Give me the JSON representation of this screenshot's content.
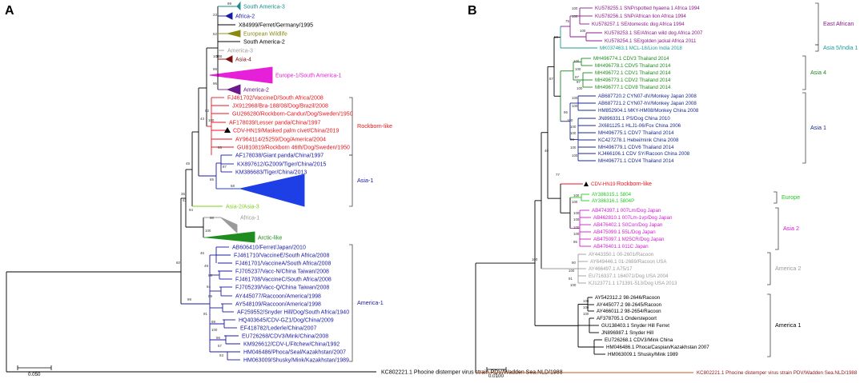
{
  "colors": {
    "black": "#000000",
    "red": "#e8151b",
    "blue": "#1a1aa6",
    "blueBright": "#1f3fe6",
    "teal": "#1c8c8c",
    "olive": "#8a8a10",
    "darkred": "#7a1010",
    "magenta": "#e61fd8",
    "purple": "#6a1a8c",
    "gray": "#9a9a9a",
    "green": "#1f8c1f",
    "lime": "#7ad11a",
    "limeB": "#22cc22",
    "pink": "#d11ad1",
    "purpleB": "#8c1a8c",
    "greenB": "#1c8c1c",
    "tealB": "#1c9a9a",
    "navyB": "#1a2a8c",
    "orange": "#cc5a1a"
  },
  "panelA": {
    "letter": "A",
    "scale_label": "0.050",
    "outgroup": "KC802221.1 Phocine distemper virus strain PDV/Wadden Sea.NLD/1988",
    "leaves": [
      {
        "id": "a1",
        "label": "South America-3",
        "boot": "99",
        "color": "teal",
        "clade": true
      },
      {
        "id": "a2",
        "label": "Africa-2",
        "boot": "",
        "color": "blue",
        "clade": true
      },
      {
        "id": "a3",
        "label": "X84999/Ferret/Germany/1995",
        "boot": "",
        "color": "black"
      },
      {
        "id": "a4",
        "label": "European Wildlife",
        "boot": "",
        "color": "olive",
        "clade": true
      },
      {
        "id": "a5",
        "label": "South America-2",
        "boot": "",
        "color": "black"
      },
      {
        "id": "a6",
        "label": "America-3",
        "boot": "",
        "color": "gray"
      },
      {
        "id": "a7",
        "label": "Asia-4",
        "boot": "100",
        "color": "darkred",
        "clade": true
      },
      {
        "id": "a8",
        "label": "Europe-1/South America-1",
        "boot": "",
        "color": "magenta",
        "clade": true
      },
      {
        "id": "a9",
        "label": "America-2",
        "boot": "",
        "color": "purple",
        "clade": true
      },
      {
        "id": "a10",
        "label": "FJ461702/VaccineD/South Africa/2008",
        "boot": "",
        "color": "red"
      },
      {
        "id": "a11",
        "label": "JX912968/Bra-188/08/Dog/Brazil/2008",
        "boot": "",
        "color": "red"
      },
      {
        "id": "a12",
        "label": "GU266280/Rockborn-Candur/Dog/Sweden/1950",
        "boot": "",
        "color": "red"
      },
      {
        "id": "a13",
        "label": "AF178039/Lesser panda/China/1997",
        "boot": "",
        "color": "red"
      },
      {
        "id": "a14",
        "label": "CDV-HN19/Masked palm civet/China/2019",
        "boot": "",
        "color": "red",
        "marker": true
      },
      {
        "id": "a15",
        "label": "AY964114/25259/Dog/America/2004",
        "boot": "",
        "color": "red"
      },
      {
        "id": "a16",
        "label": "GU810819/Rockborn 46th/Dog/Sweden/1950",
        "boot": "",
        "color": "red"
      },
      {
        "id": "a17",
        "label": "AF178038/Giant panda/China/1997",
        "boot": "",
        "color": "blue"
      },
      {
        "id": "a18",
        "label": "KX897612/GZ009/Tiger/China/2015",
        "boot": "",
        "color": "blue"
      },
      {
        "id": "a19",
        "label": "KM386683/Tiger/China/2013",
        "boot": "",
        "color": "blue"
      },
      {
        "id": "a20",
        "label": "",
        "boot": "58",
        "color": "blueBright",
        "clade": true
      },
      {
        "id": "a21",
        "label": "Asia-2/Asia-3",
        "boot": "",
        "color": "lime"
      },
      {
        "id": "a22",
        "label": "Africa-1",
        "boot": "",
        "color": "gray",
        "clade": true
      },
      {
        "id": "a23",
        "label": "Arctic-like",
        "boot": "",
        "color": "green",
        "clade": true
      },
      {
        "id": "a24",
        "label": "AB606410/Ferret/Japan/2010",
        "boot": "",
        "color": "blue"
      },
      {
        "id": "a25",
        "label": "FJ461710/VaccineE/South Africa/2008",
        "boot": "",
        "color": "blue"
      },
      {
        "id": "a26",
        "label": "FJ461701/VaccineA/South Africa/2008",
        "boot": "",
        "color": "blue"
      },
      {
        "id": "a27",
        "label": "FJ705237/Vacc-N/China Taiwan/2008",
        "boot": "",
        "color": "blue"
      },
      {
        "id": "a28",
        "label": "FJ461708/VaccineC/South Africa/2008",
        "boot": "",
        "color": "blue"
      },
      {
        "id": "a29",
        "label": "FJ705239/Vacc-Q/China Taiwan/2008",
        "boot": "",
        "color": "blue"
      },
      {
        "id": "a30",
        "label": "AY445077/Raccoon/America/1998",
        "boot": "",
        "color": "blue"
      },
      {
        "id": "a31",
        "label": "AY548109/Raccoon/America/1998",
        "boot": "",
        "color": "blue"
      },
      {
        "id": "a32",
        "label": "AF259552/Snyder Hill/Dog/South Africa/1940",
        "boot": "",
        "color": "blue"
      },
      {
        "id": "a33",
        "label": "HQ403645/CDV-GZ1/Dog/China/2009",
        "boot": "",
        "color": "blue"
      },
      {
        "id": "a34",
        "label": "EF418782/Lederle/China/2007",
        "boot": "",
        "color": "blue"
      },
      {
        "id": "a35",
        "label": "EU726268/CDV3/Mink/China/2008",
        "boot": "",
        "color": "blue"
      },
      {
        "id": "a36",
        "label": "KM926612/CDV-L/Fitchew/China/1992",
        "boot": "",
        "color": "blue"
      },
      {
        "id": "a37",
        "label": "HM046486/Phoca/Seal/Kazakhstan/2007",
        "boot": "",
        "color": "blue"
      },
      {
        "id": "a38",
        "label": "HM063009/Shusky/Mink/Kazakhstan/1989",
        "boot": "",
        "color": "blue"
      }
    ],
    "boot_values": [
      "23",
      "52",
      "43",
      "100",
      "99",
      "96",
      "92",
      "100",
      "66",
      "87",
      "65",
      "49",
      "36",
      "42",
      "98",
      "94",
      "100",
      "46",
      "49",
      "88",
      "64",
      "99",
      "91",
      "98",
      "100",
      "96",
      "57",
      "93",
      "99",
      "60"
    ],
    "groups": [
      {
        "id": "gA1",
        "label": "Rockborn-like",
        "color": "red"
      },
      {
        "id": "gA2",
        "label": "Asia-1",
        "color": "blue"
      },
      {
        "id": "gA3",
        "label": "America-1",
        "color": "blue"
      }
    ]
  },
  "panelB": {
    "letter": "B",
    "scale_label": "0.0100",
    "outgroup": "KC802221.1 Phocine distemper virus strain PDV/Wadden Sea.NLD/1988",
    "leaves": [
      {
        "id": "b1",
        "label": "KU578255.1 SNP/spotted hyaena 1 Africa 1994",
        "color": "purpleB"
      },
      {
        "id": "b2",
        "label": "KU578256.1 SNP/African lion Africa 1994",
        "color": "purpleB"
      },
      {
        "id": "b3",
        "label": "KU578257.1 SE/domestic dog Africa 1994",
        "color": "purpleB"
      },
      {
        "id": "b4",
        "label": "KU578253.1 SE/African wild dog Africa 2007",
        "color": "purpleB"
      },
      {
        "id": "b5",
        "label": "KU578254.1 SE/golden jackal Africa 2011",
        "color": "purpleB"
      },
      {
        "id": "b6",
        "label": "MK037463.1 MCL-18/Lion India 2018",
        "color": "tealB"
      },
      {
        "id": "b7",
        "label": "MH496774.1 CDV3 Thailand 2014",
        "color": "greenB"
      },
      {
        "id": "b8",
        "label": "MH496778.1 CDV5 Thailand 2014",
        "color": "greenB"
      },
      {
        "id": "b9",
        "label": "MH496772.1 CDV1 Thailand 2014",
        "color": "greenB"
      },
      {
        "id": "b10",
        "label": "MH496773.1 CDV2 Thailand 2014",
        "color": "greenB"
      },
      {
        "id": "b11",
        "label": "MH496777.1 CDV8 Thailand 2014",
        "color": "greenB"
      },
      {
        "id": "b12",
        "label": "AB687720.2 CYN07-dV/Monkey Japan 2008",
        "color": "navyB"
      },
      {
        "id": "b13",
        "label": "AB687721.2 CYN07-hV/Monkey Japan 2008",
        "color": "navyB"
      },
      {
        "id": "b14",
        "label": "HM852904.1 MKY-HM08/Monkey China 2008",
        "color": "navyB"
      },
      {
        "id": "b15",
        "label": "JN896331.1 PS/Dog China 2010",
        "color": "navyB"
      },
      {
        "id": "b16",
        "label": "JX681125.1 HLJ1-06/Fox China 2006",
        "color": "navyB"
      },
      {
        "id": "b17",
        "label": "MH496775.1 CDV7 Thailand 2014",
        "color": "navyB"
      },
      {
        "id": "b18",
        "label": "KC427278.1 Hebei/mink China 2008",
        "color": "navyB"
      },
      {
        "id": "b19",
        "label": "MH496779.1 CDV6 Thailand 2014",
        "color": "navyB"
      },
      {
        "id": "b20",
        "label": "KJ466106.1 CDV SY/Racoon China 2008",
        "color": "navyB"
      },
      {
        "id": "b21",
        "label": "MH496771.1 CDV4 Thailand 2014",
        "color": "navyB"
      },
      {
        "id": "b22",
        "label": "CDV-HN19",
        "color": "red",
        "marker": true
      },
      {
        "id": "b23",
        "label": "AY386315.1 5804",
        "color": "limeB"
      },
      {
        "id": "b24",
        "label": "AY386316.1 5804P",
        "color": "limeB"
      },
      {
        "id": "b25",
        "label": "AB474397.1 007Lm/Dog Japan",
        "color": "pink"
      },
      {
        "id": "b26",
        "label": "AB462810.1 007Lm-1vp/Dog Japan",
        "color": "pink"
      },
      {
        "id": "b27",
        "label": "AB476402.1 S0Con/Dog Japan",
        "color": "pink"
      },
      {
        "id": "b28",
        "label": "AB475099.1 55L/Dog Japan",
        "color": "pink"
      },
      {
        "id": "b29",
        "label": "AB475097.1 M25CR/Dog Japan",
        "color": "pink"
      },
      {
        "id": "b30",
        "label": "AB476401.1 011C Japan",
        "color": "pink"
      },
      {
        "id": "b31",
        "label": "AY443350.1 00-2601/Racoon",
        "color": "gray"
      },
      {
        "id": "b32",
        "label": "AY649446.1 01-2689/Racoon USA",
        "color": "gray"
      },
      {
        "id": "b33",
        "label": "AY466497.1 A75/17",
        "color": "gray"
      },
      {
        "id": "b34",
        "label": "EU716337.1 164071/Dog USA 2004",
        "color": "gray"
      },
      {
        "id": "b35",
        "label": "KJ123771.1 171391-513/Dog USA 2013",
        "color": "gray"
      },
      {
        "id": "b36",
        "label": "AY542312.2 98-2646/Racoon",
        "color": "black"
      },
      {
        "id": "b37",
        "label": "AY445077.2 98-2645/Racoon",
        "color": "black"
      },
      {
        "id": "b38",
        "label": "AY466011.2 98-2654/Racoon",
        "color": "black"
      },
      {
        "id": "b39",
        "label": "AF378705.1 Onderstepoort",
        "color": "black"
      },
      {
        "id": "b40",
        "label": "GU138403.1 Snyder Hill Ferret",
        "color": "black"
      },
      {
        "id": "b41",
        "label": "JN896987.1 Snyder Hill",
        "color": "black"
      },
      {
        "id": "b42",
        "label": "EU726268.1 CDV3/Mink China",
        "color": "black"
      },
      {
        "id": "b43",
        "label": "HM046486.1 Phoca/Caspian/Kazakhstan 2007",
        "color": "black"
      },
      {
        "id": "b44",
        "label": "HM063009.1 Shusky/Mink 1989",
        "color": "black"
      }
    ],
    "groups": [
      {
        "id": "gB1",
        "label": "East African",
        "color": "purpleB"
      },
      {
        "id": "gB2",
        "label": "Asia 5/India 1",
        "color": "tealB"
      },
      {
        "id": "gB3",
        "label": "Asia 4",
        "color": "greenB"
      },
      {
        "id": "gB4",
        "label": "Asia 1",
        "color": "navyB"
      },
      {
        "id": "gB5",
        "label": "Rockborn-like",
        "color": "red"
      },
      {
        "id": "gB6",
        "label": "Europe",
        "color": "limeB"
      },
      {
        "id": "gB7",
        "label": "Asia 2",
        "color": "pink"
      },
      {
        "id": "gB8",
        "label": "America 2",
        "color": "gray"
      },
      {
        "id": "gB9",
        "label": "America 1",
        "color": "black"
      }
    ],
    "boot_values": [
      "100",
      "100",
      "75",
      "100",
      "50",
      "87",
      "100",
      "100",
      "97",
      "97",
      "100",
      "100",
      "100",
      "96",
      "100",
      "100",
      "100",
      "96",
      "100",
      "40",
      "100",
      "77",
      "100",
      "100",
      "100",
      "100",
      "100",
      "100",
      "96",
      "100",
      "90",
      "100",
      "91",
      "100",
      "100",
      "100",
      "100"
    ]
  }
}
